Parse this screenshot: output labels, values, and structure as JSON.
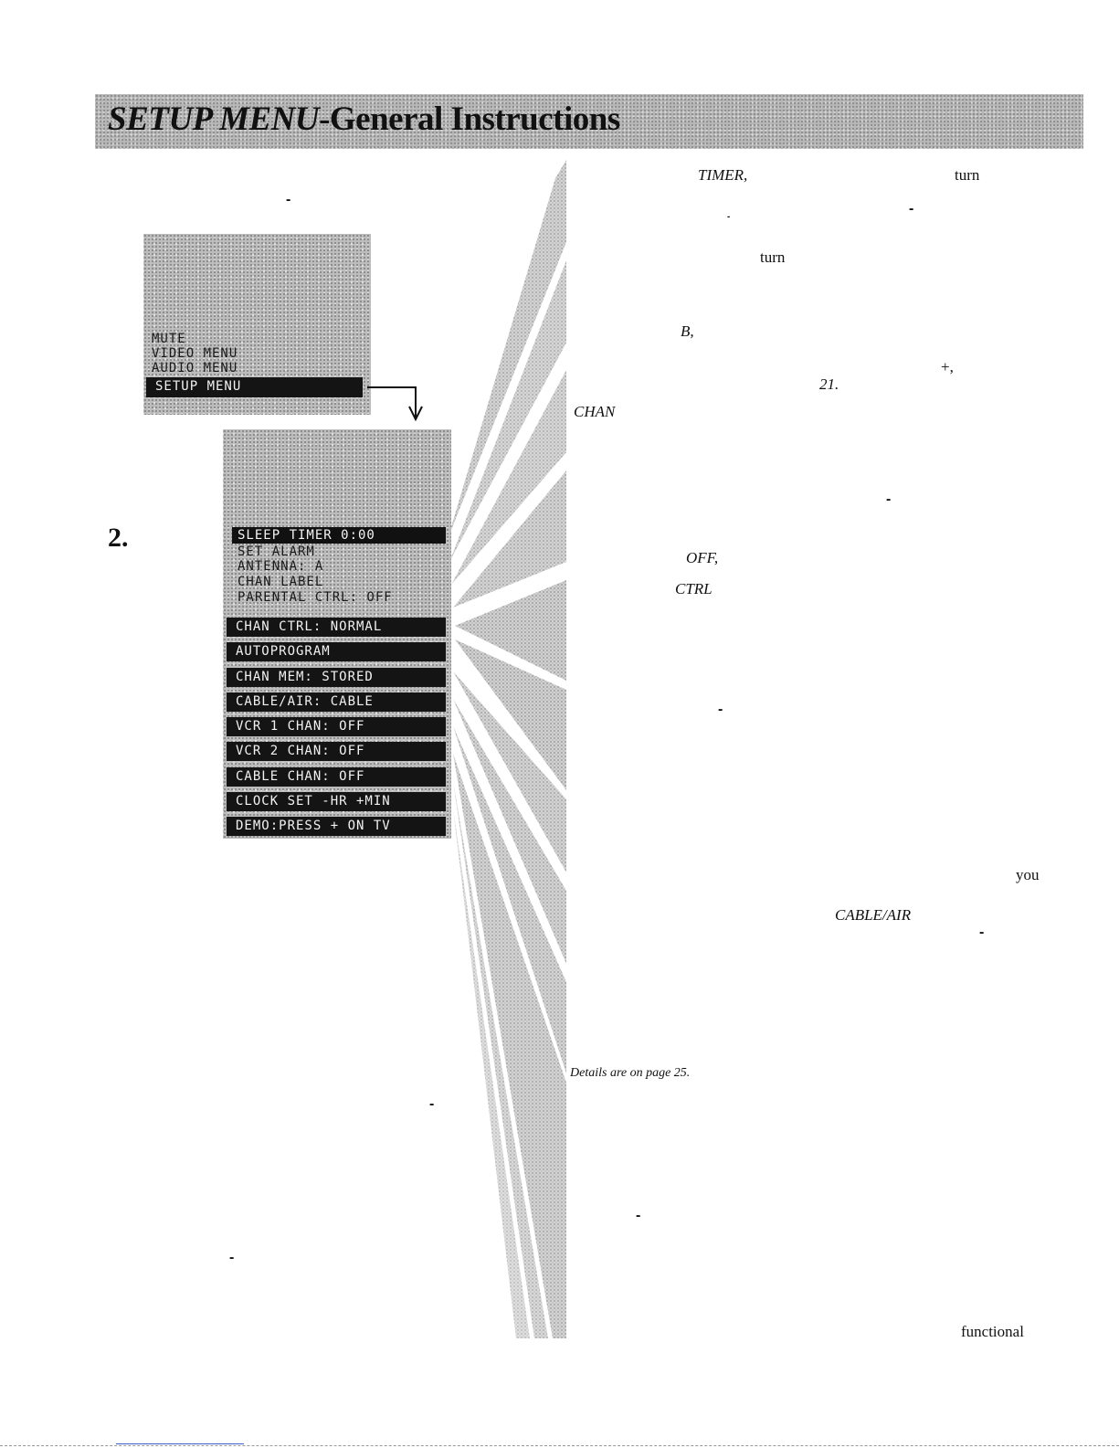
{
  "header": {
    "title_italic": "SETUP MENU",
    "title_rest": "-General Instructions"
  },
  "step": "2.",
  "main_menu": {
    "items": [
      "MUTE",
      "VIDEO MENU",
      "AUDIO MENU"
    ],
    "selected": "SETUP MENU"
  },
  "setup_menu": {
    "plain_items": [
      "SLEEP TIMER 0:00",
      "SET ALARM",
      "ANTENNA: A",
      "CHAN LABEL",
      "PARENTAL CTRL: OFF"
    ],
    "bar_items": [
      "CHAN CTRL: NORMAL",
      "AUTOPROGRAM",
      "CHAN MEM: STORED",
      "CABLE/AIR: CABLE",
      "VCR 1 CHAN: OFF",
      "VCR 2 CHAN: OFF",
      "CABLE CHAN: OFF",
      "CLOCK SET -HR +MIN",
      "DEMO:PRESS + ON TV"
    ]
  },
  "right_text": {
    "timer": "TIMER,",
    "turn1": "turn",
    "turn2": "turn",
    "b": "B,",
    "plus": "+,",
    "page21": "21.",
    "chan": "CHAN",
    "off": "OFF,",
    "ctrl": "CTRL",
    "you": "you",
    "cableair": "CABLE/AIR",
    "details": "Details are on page 25.",
    "functional": "functional"
  },
  "colors": {
    "banner": "#b7b7b7",
    "bar": "#141414",
    "screen": "#bdbdbd"
  }
}
